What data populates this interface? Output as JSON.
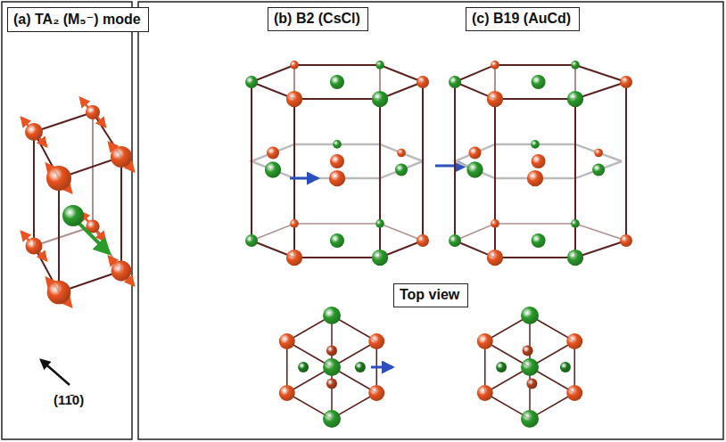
{
  "diagram": {
    "nodes": [
      {
        "text": [
          "(a) TA₂ (M₅⁻) mode"
        ]
      },
      {
        "text": [
          "(b) B2 (CsCl)"
        ]
      },
      {
        "text": [
          "(c) B19 (AuCd)"
        ]
      },
      {
        "text": [
          "Top view"
        ]
      }
    ],
    "labels": [
      "(11̄0)"
    ]
  }
}
